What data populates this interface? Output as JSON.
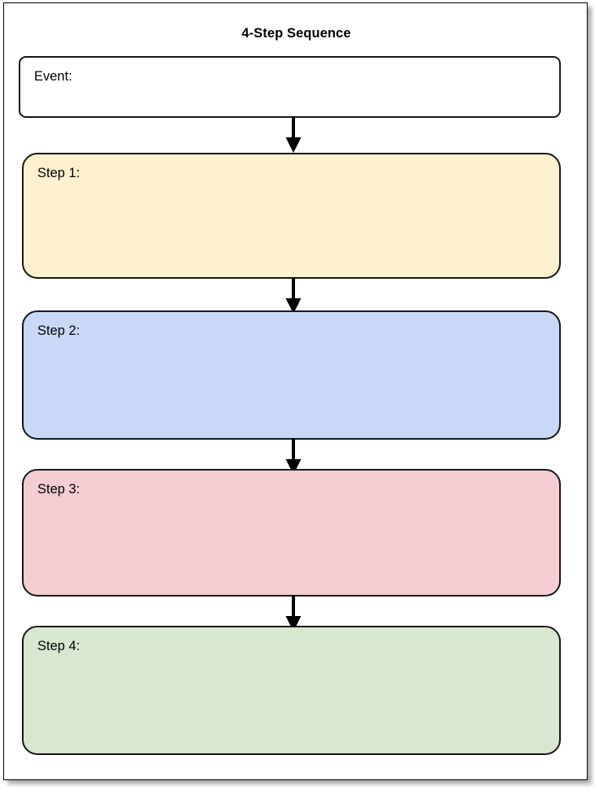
{
  "page": {
    "title": "4-Step Sequence",
    "background_color": "#ffffff",
    "border_color": "#000000"
  },
  "diagram": {
    "type": "vertical-flowchart",
    "node_count": 5,
    "connector_count": 4,
    "connector_style": "solid-line-with-filled-arrowhead",
    "connector_color": "#000000",
    "flow_direction": "top-to-bottom"
  },
  "nodes": [
    {
      "id": "event",
      "label": "Event:",
      "fill_color": "#ffffff",
      "border_color": "#17171a",
      "corner_style": "slightly-rounded"
    },
    {
      "id": "step-1",
      "label": "Step 1:",
      "fill_color": "#fdf0ce",
      "border_color": "#17171a",
      "corner_style": "rounded"
    },
    {
      "id": "step-2",
      "label": "Step 2:",
      "fill_color": "#c9d8f5",
      "border_color": "#17171a",
      "corner_style": "rounded"
    },
    {
      "id": "step-3",
      "label": "Step 3:",
      "fill_color": "#f4cdd2",
      "border_color": "#17171a",
      "corner_style": "rounded"
    },
    {
      "id": "step-4",
      "label": "Step 4:",
      "fill_color": "#d9e7d1",
      "border_color": "#17171a",
      "corner_style": "rounded"
    }
  ],
  "connectors": [
    {
      "id": "arrow-1",
      "from": "event",
      "to": "step-1"
    },
    {
      "id": "arrow-2",
      "from": "step-1",
      "to": "step-2"
    },
    {
      "id": "arrow-3",
      "from": "step-2",
      "to": "step-3"
    },
    {
      "id": "arrow-4",
      "from": "step-3",
      "to": "step-4"
    }
  ]
}
